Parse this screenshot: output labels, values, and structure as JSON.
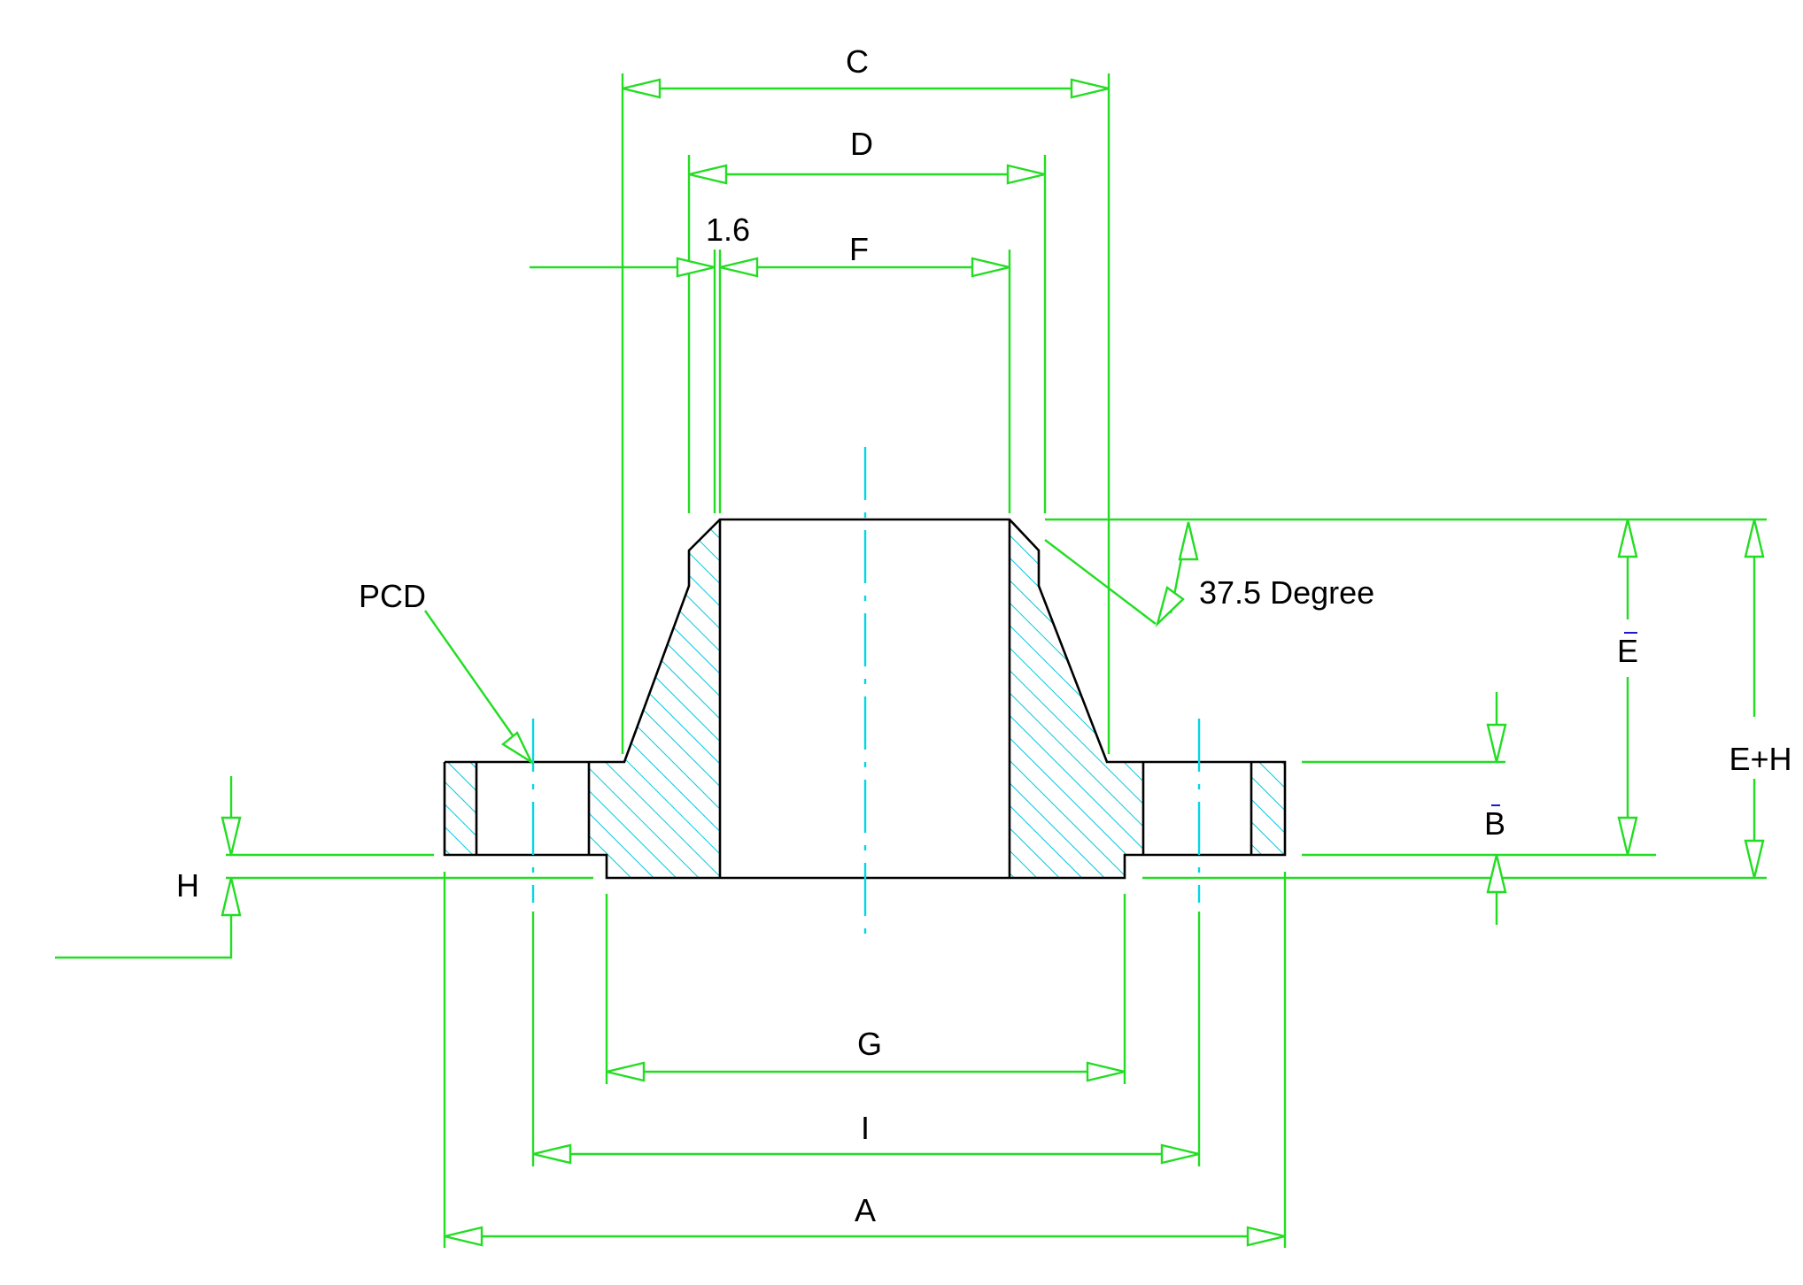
{
  "diagram": {
    "labels": {
      "a": "A",
      "b": "B",
      "c": "C",
      "d": "D",
      "e": "E",
      "e_plus_h": "E+H",
      "f": "F",
      "g": "G",
      "h": "H",
      "i": "I",
      "pcd": "PCD",
      "bevel": "1.6",
      "angle": "37.5 Degree"
    },
    "colors": {
      "dimension": "#22dd22",
      "hatch": "#00c8e0",
      "centerline": "#00d8e8",
      "outline": "#000000"
    }
  }
}
